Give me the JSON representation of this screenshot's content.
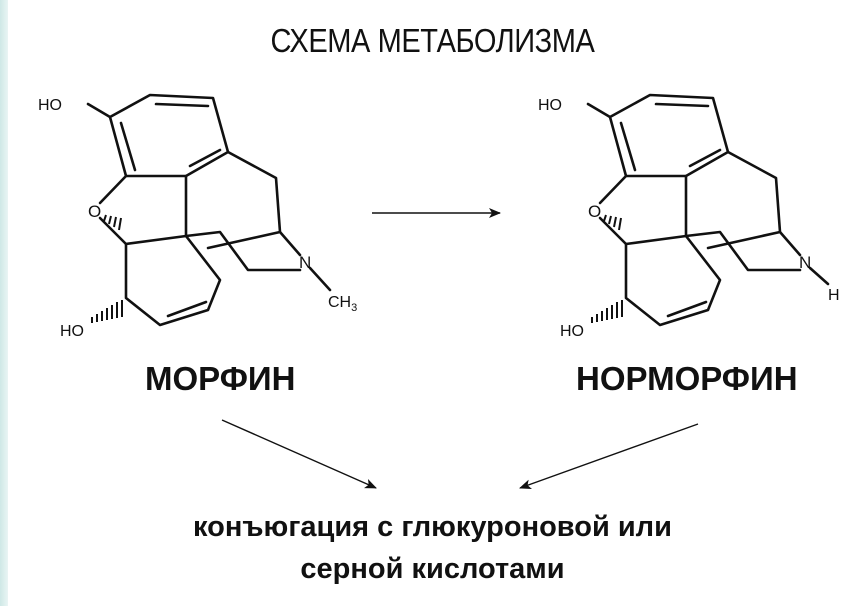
{
  "title": "СХЕМА МЕТАБОЛИЗМА",
  "compounds": [
    {
      "name": "МОРФИН",
      "atoms": {
        "top_oh": "HO",
        "bridge_o": "O",
        "bottom_ho": "HO",
        "nitrogen": "N",
        "n_substituent": "CH",
        "n_sub_index": "3"
      }
    },
    {
      "name": "НОРМОРФИН",
      "atoms": {
        "top_oh": "HO",
        "bridge_o": "O",
        "bottom_ho": "HO",
        "nitrogen": "N",
        "n_substituent": "H"
      }
    }
  ],
  "product": {
    "line1": "конъюгация с глюкуроновой или",
    "line2": "серной кислотами"
  },
  "colors": {
    "background": "#dff0ee",
    "page": "#ffffff",
    "ink": "#111111"
  }
}
